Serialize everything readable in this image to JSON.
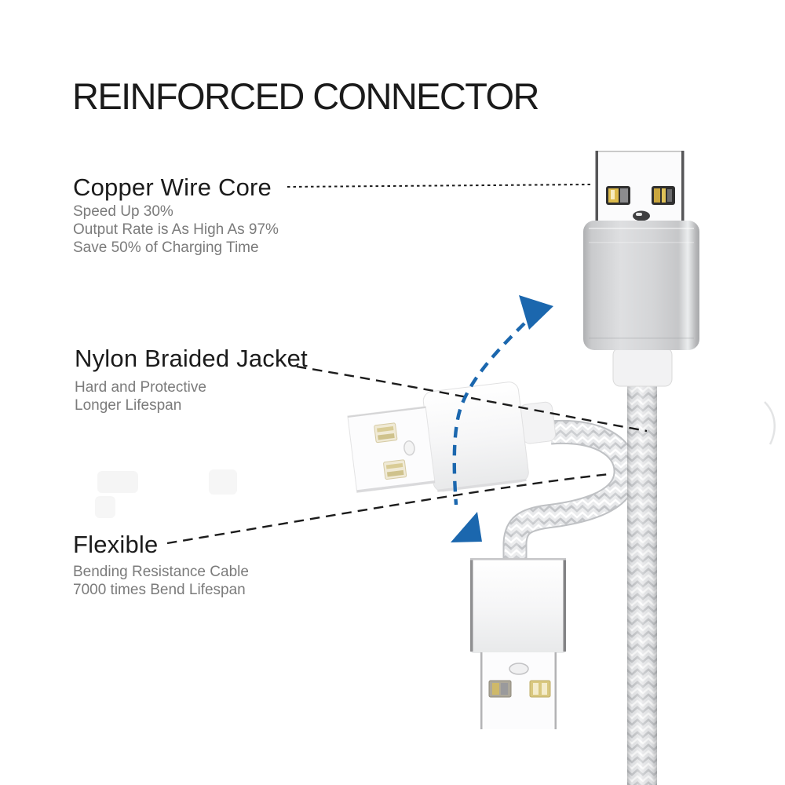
{
  "page": {
    "background_color": "#ffffff"
  },
  "title": "REINFORCED CONNECTOR",
  "callouts": [
    {
      "heading": "Copper Wire Core",
      "lines": [
        "Speed Up 30%",
        "Output Rate is As High As 97%",
        "Save 50% of Charging Time"
      ]
    },
    {
      "heading": "Nylon Braided Jacket",
      "lines": [
        "Hard and Protective",
        "Longer Lifespan"
      ]
    },
    {
      "heading": "Flexible",
      "lines": [
        "Bending Resistance Cable",
        "7000 times Bend Lifespan"
      ]
    }
  ],
  "style": {
    "heading_color": "#1b1b1b",
    "subtext_color": "#7b7b7b",
    "leader_line_color": "#1c1c1c",
    "accent_blue": "#1b67ae",
    "braid_color": "#e8e9eb",
    "metal_body_color": "#d3d4d6",
    "gold_contact_color": "#d9bb4e"
  },
  "illustration": {
    "parts": [
      "usb-plug-top",
      "usb-cable-vertical",
      "usb-plug-middle",
      "cable-loop",
      "usb-plug-bottom"
    ],
    "icons": [
      "bend-arrow-up-icon",
      "bend-arrow-down-icon"
    ]
  }
}
